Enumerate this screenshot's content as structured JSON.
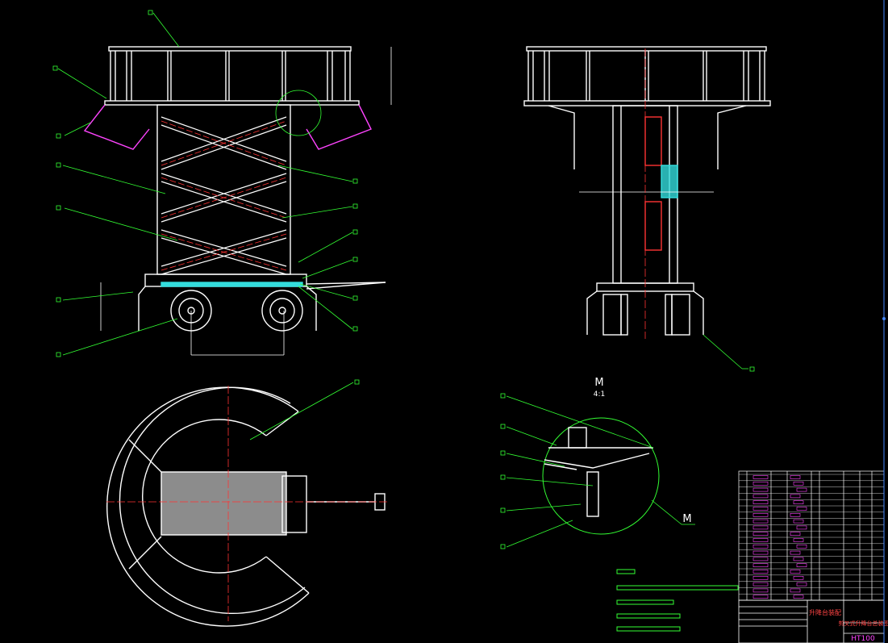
{
  "drawing": {
    "detail_mark": "M",
    "detail_scale": "4:1",
    "detail_callout": "M",
    "title_block": {
      "main_name": "剪叉式升降台总装图",
      "sub_name": "升降台装配",
      "material": "HT100"
    }
  },
  "colors": {
    "background": "#000000",
    "outline": "#ffffff",
    "centerline": "#ff3333",
    "leader": "#33ff33",
    "accent": "#ff44ff",
    "highlight": "#33dddd"
  }
}
